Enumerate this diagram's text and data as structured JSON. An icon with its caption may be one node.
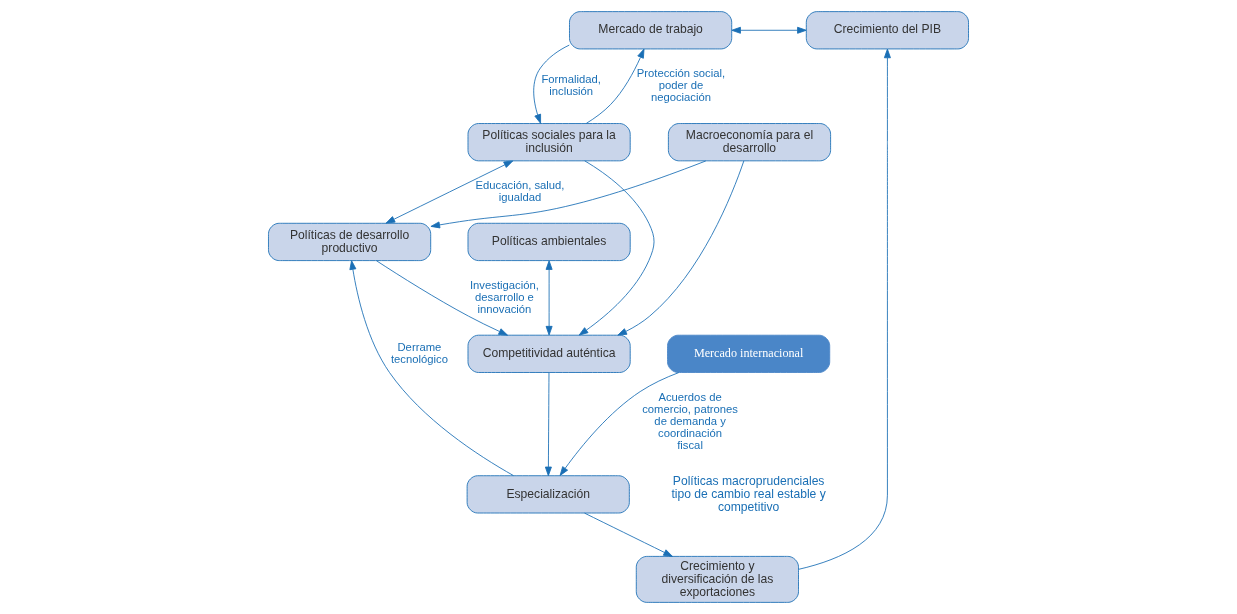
{
  "diagram": {
    "nodes": [
      {
        "text": [
          "Mercado de trabajo"
        ]
      },
      {
        "text": [
          "Crecimiento del PIB"
        ]
      },
      {
        "text": [
          "Políticas ambientales"
        ]
      },
      {
        "text": [
          "Crecimiento y diversificación de las exportaciones"
        ]
      },
      {
        "text": [
          "Competitividad auténtica"
        ]
      },
      {
        "text": [
          "Políticas sociales para la inclusión"
        ]
      },
      {
        "text": [
          "Especialización"
        ]
      },
      {
        "text": [
          "Políticas de desarrollo productivo"
        ]
      },
      {
        "text": [
          "Mercado internacional"
        ]
      },
      {
        "text": [
          "Macroeconomía para el desarrollo"
        ]
      }
    ],
    "edges": [
      {
        "from": 0,
        "to": 1,
        "arrow": "both"
      },
      {
        "from": 5,
        "to": 0,
        "arrow": "to",
        "label": "Protección social, poder de negociación"
      },
      {
        "from": 0,
        "to": 5,
        "arrow": "to",
        "label": "Formalidad, inclusión"
      },
      {
        "from": 2,
        "to": 4,
        "arrow": "both"
      },
      {
        "from": 5,
        "to": 4,
        "arrow": "to"
      },
      {
        "from": 4,
        "to": 6,
        "arrow": "to"
      },
      {
        "from": 6,
        "to": 3,
        "arrow": "to"
      },
      {
        "from": 3,
        "to": 1,
        "arrow": "to"
      },
      {
        "from": 6,
        "to": 7,
        "arrow": "to",
        "label": "Derrame tecnológico"
      },
      {
        "from": 5,
        "to": 7,
        "arrow": "both",
        "label": "Educación, salud, igualdad"
      },
      {
        "from": 7,
        "to": 4,
        "arrow": "to",
        "label": "Investigación, desarrollo e innovación"
      },
      {
        "from": 8,
        "to": 6,
        "arrow": "to",
        "label": "Acuerdos de comercio, patrones de demanda y coordinación fiscal"
      },
      {
        "from": 9,
        "to": 7,
        "arrow": "to"
      },
      {
        "from": 9,
        "to": 4,
        "arrow": "to"
      }
    ],
    "labels": [
      "Políticas macroprudenciales tipo de cambio real estable y competitivo"
    ]
  }
}
